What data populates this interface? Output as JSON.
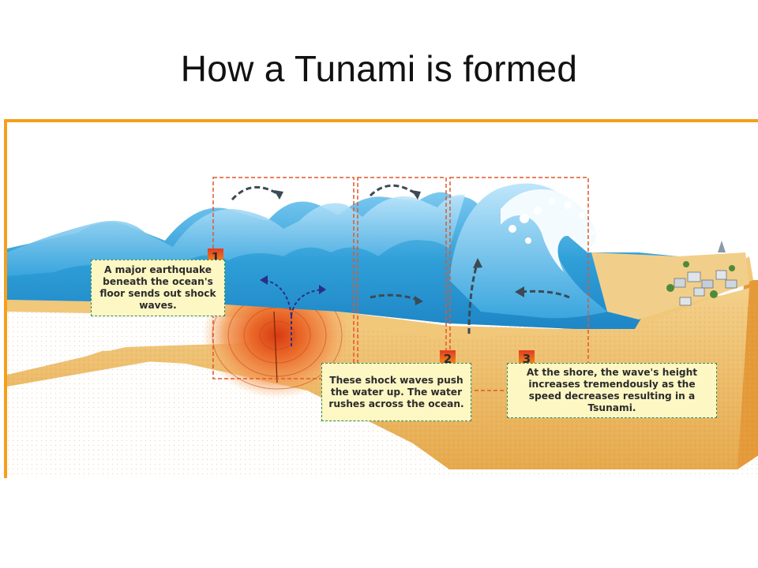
{
  "title": "How a Tunami is formed",
  "steps": [
    {
      "number": "1",
      "text": "A major earthquake beneath the ocean's floor sends out shock waves."
    },
    {
      "number": "2",
      "text": "These shock waves push the water up. The water rushes across the ocean."
    },
    {
      "number": "3",
      "text": "At the shore, the wave's height increases tremendously as the speed decreases resulting in a Tsunami."
    }
  ],
  "colors": {
    "border": "#f4a01c",
    "water": "#2f9fd8",
    "sand": "#e8b45a",
    "rock_front": "#f0b96a",
    "quake_center": "#e24a1a",
    "dashed_frame": "#e2572a",
    "callout_bg": "#fdf7c4"
  }
}
